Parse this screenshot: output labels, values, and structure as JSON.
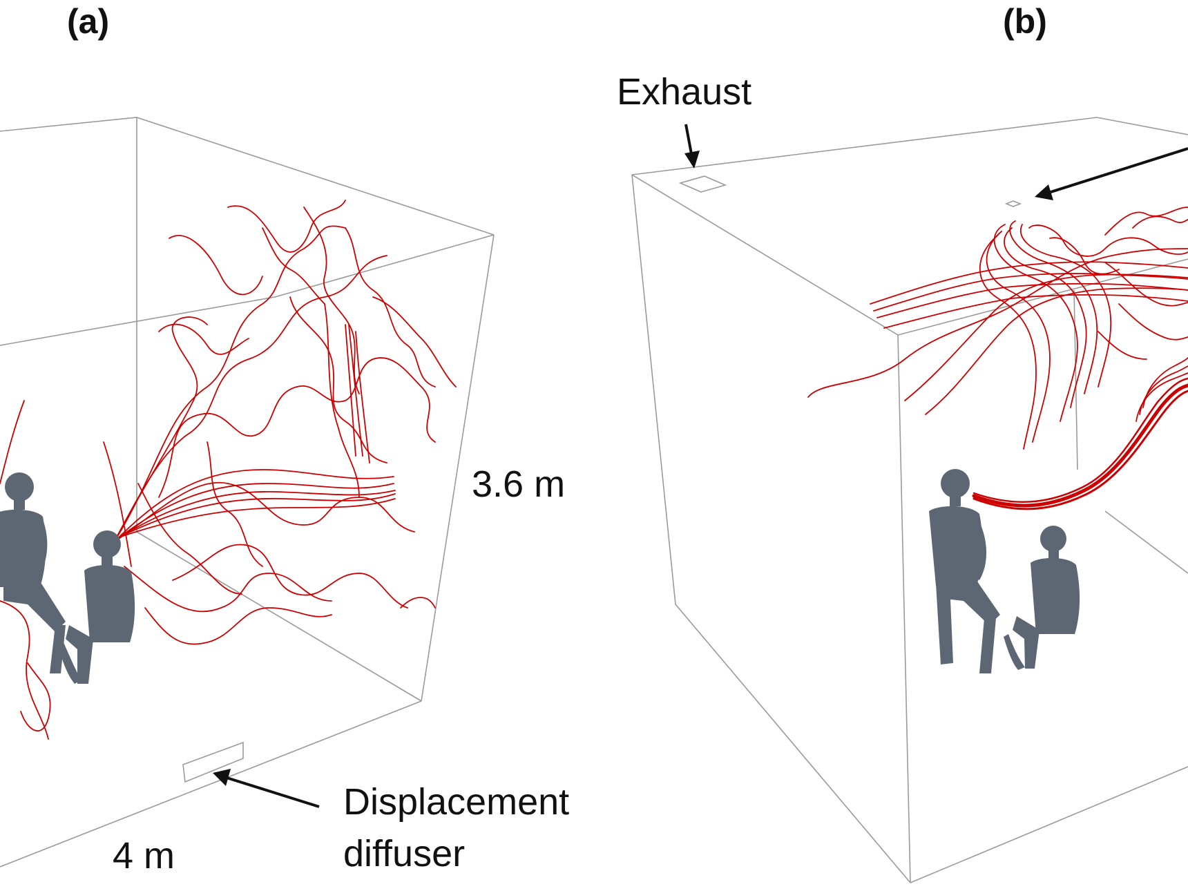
{
  "panels": [
    {
      "id": "a",
      "label": "(a)"
    },
    {
      "id": "b",
      "label": "(b)"
    }
  ],
  "annotations": {
    "height": "3.6 m",
    "width": "4 m",
    "exhaust": "Exhaust",
    "diffuser_line1": "Displacement",
    "diffuser_line2": "diffuser"
  },
  "colors": {
    "streamline": "#cc0000",
    "manikin": "#5d6773",
    "room_edges": "#9a9a9a",
    "text": "#111111"
  }
}
